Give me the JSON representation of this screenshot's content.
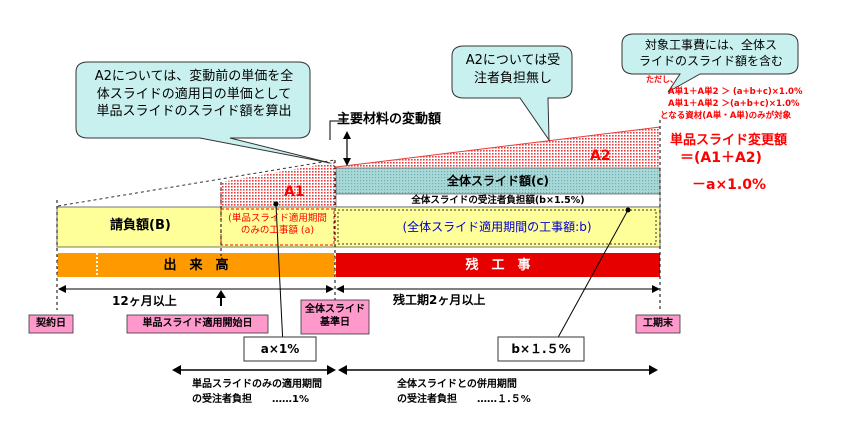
{
  "callouts": {
    "a2_note": [
      "A2については、変動前の単価を全",
      "体スライドの適用日の単価として",
      "単品スライドのスライド額を算出"
    ],
    "a2_contractor": [
      "A2については受",
      "注者負担無し"
    ],
    "target": [
      "対象工事費には、全体ス",
      "ライドのスライド額を含む"
    ]
  },
  "conditions": {
    "line1": "ただし、",
    "line2": "A単1＋A単2 ＞ (a+b+c)×1.0%",
    "line3": "A単1＋A単2 ＞(a+b+c)×1.0%",
    "line4": "となる資材(A単・A単)のみが対象"
  },
  "formula": {
    "title": "単品スライド変更額",
    "expr": "＝(A1＋A2)",
    "minus": "－a×1.0%"
  },
  "labels": {
    "main_material": "主要材料の変動額",
    "a1": "A1",
    "a2": "A2",
    "overall_slide": "全体スライド額(c)",
    "contractor_burden": "全体スライドの受注者負担額(b×1.5%)",
    "contract_amount": "請負額(B)",
    "single_period_cost": [
      "(単品スライド適用期間",
      "のみの工事額 (a)"
    ],
    "overall_period_cost": "(全体スライド適用期間の工事額:b)",
    "completed": "出　来　高",
    "remaining": "残　工　事",
    "twelve_months": "12ヶ月以上",
    "remaining_period": "残工期2ヶ月以上",
    "contract_date": "契約日",
    "single_start": "単品スライド適用開始日",
    "overall_base": [
      "全体スライド",
      "基準日"
    ],
    "end_date": "工期末",
    "a_rate": "a×1%",
    "b_rate": "b×１.５%",
    "single_only": [
      "単品スライドのみの適用期間",
      "の受注者負担　　……1%"
    ],
    "combined": [
      "全体スライドとの併用期間",
      "の受注者負担　　……１.５%"
    ]
  },
  "colors": {
    "contract_yellow": "#ffff99",
    "completed_orange": "#ff9900",
    "remaining_red": "#e60000",
    "overall_cyan": "#9ccfcf",
    "callout_teal": "#c8f0ee",
    "pink_label": "#ff99cc",
    "condition_red": "#ff0000"
  }
}
